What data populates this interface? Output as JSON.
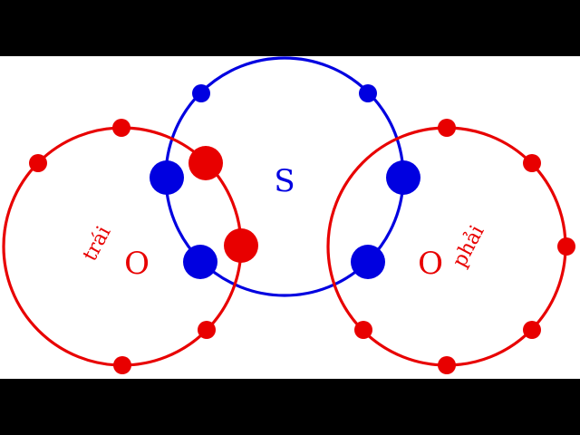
{
  "colors": {
    "background": "#000000",
    "canvas": "#ffffff",
    "sulfur": "#0000e0",
    "oxygen": "#e80000"
  },
  "atoms": {
    "sulfur": {
      "symbol": "S"
    },
    "oxygen_left": {
      "symbol": "O",
      "caption": "trái"
    },
    "oxygen_right": {
      "symbol": "O",
      "caption": "phải"
    }
  }
}
